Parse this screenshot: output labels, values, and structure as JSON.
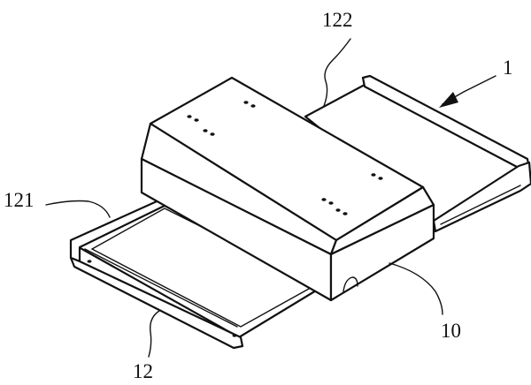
{
  "labels": {
    "assembly": "1",
    "base": "10",
    "tray": "12",
    "tray_front": "121",
    "tray_rear": "122"
  }
}
